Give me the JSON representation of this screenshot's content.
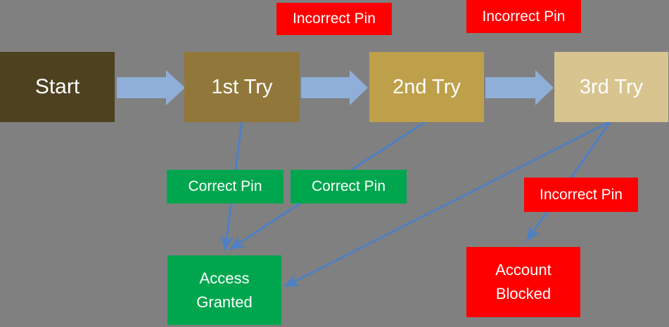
{
  "colors": {
    "background": "#808080",
    "block_arrow": "#8fafd8",
    "connector": "#4d80c4",
    "incorrect": "#ff0000",
    "correct": "#00a64e"
  },
  "nodes": {
    "start": {
      "label": "Start",
      "color": "#4e4120"
    },
    "try1": {
      "label": "1st Try",
      "color": "#91783a"
    },
    "try2": {
      "label": "2nd Try",
      "color": "#bfa04a"
    },
    "try3": {
      "label": "3rd Try",
      "color": "#d8c48f"
    },
    "access": {
      "label": "Access Granted",
      "color": "#00a64e"
    },
    "blocked": {
      "label": "Account Blocked",
      "color": "#ff0000"
    }
  },
  "edges": [
    {
      "from": "Start",
      "to": "1st Try",
      "style": "block-arrow"
    },
    {
      "from": "1st Try",
      "to": "2nd Try",
      "style": "block-arrow",
      "label": "Incorrect Pin"
    },
    {
      "from": "2nd Try",
      "to": "3rd Try",
      "style": "block-arrow",
      "label": "Incorrect Pin"
    },
    {
      "from": "1st Try",
      "to": "Access Granted",
      "style": "line",
      "label": "Correct Pin"
    },
    {
      "from": "2nd Try",
      "to": "Access Granted",
      "style": "line",
      "label": "Correct Pin"
    },
    {
      "from": "3rd Try",
      "to": "Access Granted",
      "style": "line"
    },
    {
      "from": "3rd Try",
      "to": "Account Blocked",
      "style": "line",
      "label": "Incorrect Pin"
    }
  ]
}
